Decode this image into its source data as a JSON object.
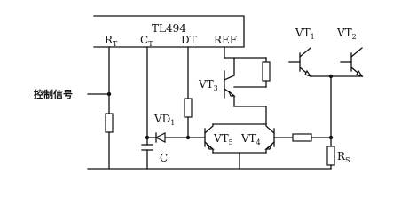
{
  "ic": {
    "name": "TL494"
  },
  "pins": {
    "rt": {
      "main": "R",
      "sub": "T"
    },
    "ct": {
      "main": "C",
      "sub": "T"
    },
    "dt": "DT",
    "ref": "REF"
  },
  "transistors": {
    "vt1": {
      "main": "VT",
      "sub": "1"
    },
    "vt2": {
      "main": "VT",
      "sub": "2"
    },
    "vt3": {
      "main": "VT",
      "sub": "3"
    },
    "vt4": {
      "main": "VT",
      "sub": "4"
    },
    "vt5": {
      "main": "VT",
      "sub": "5"
    }
  },
  "diode": {
    "main": "VD",
    "sub": "1"
  },
  "capacitor": {
    "label": "C"
  },
  "sense_resistor": {
    "main": "R",
    "sub": "S"
  },
  "control_signal": "控制信号"
}
